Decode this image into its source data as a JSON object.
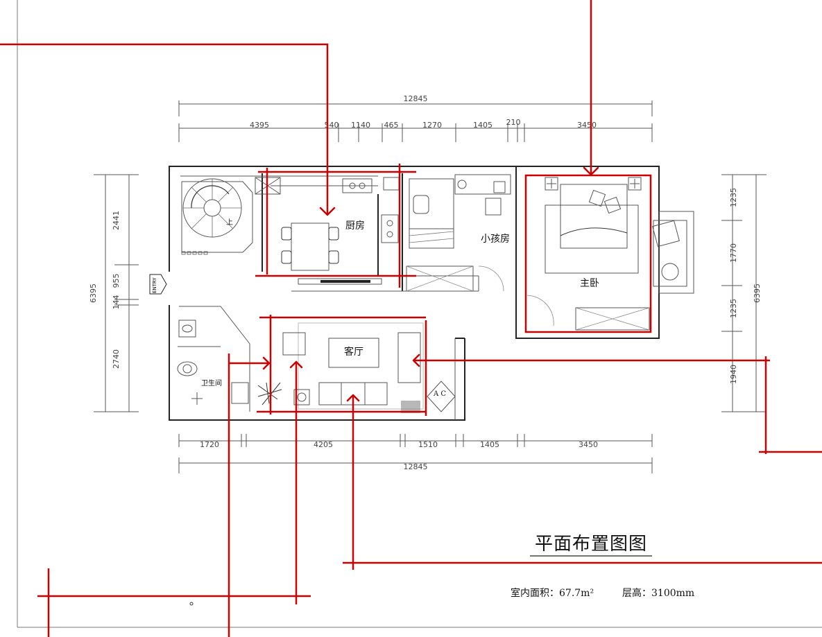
{
  "title": "平面布置图图",
  "info": {
    "area_label": "室内面积：67.7m²",
    "height_label": "层高：3100mm"
  },
  "rooms": {
    "kitchen": "厨房",
    "kids_room": "小孩房",
    "master_bedroom": "主卧",
    "living_room": "客厅",
    "bathroom": "卫生间",
    "stair_up": "上",
    "entrance": "ENTRY"
  },
  "dimensions": {
    "top_total": "12845",
    "top_segments": [
      "4395",
      "540",
      "1140",
      "465",
      "1270",
      "1405",
      "210",
      "3450"
    ],
    "bottom_segments": [
      "1720",
      "4205",
      "1510",
      "1405",
      "3450"
    ],
    "bottom_total": "12845",
    "left_segments": [
      "2441",
      "955",
      "144",
      "2740"
    ],
    "left_total": "6395",
    "right_segments": [
      "1235",
      "1770",
      "1235",
      "1940"
    ],
    "right_total": "6395"
  },
  "equipment": {
    "ac_label": "A C"
  },
  "colors": {
    "annotation": "#cc0000",
    "wall": "#222222"
  }
}
